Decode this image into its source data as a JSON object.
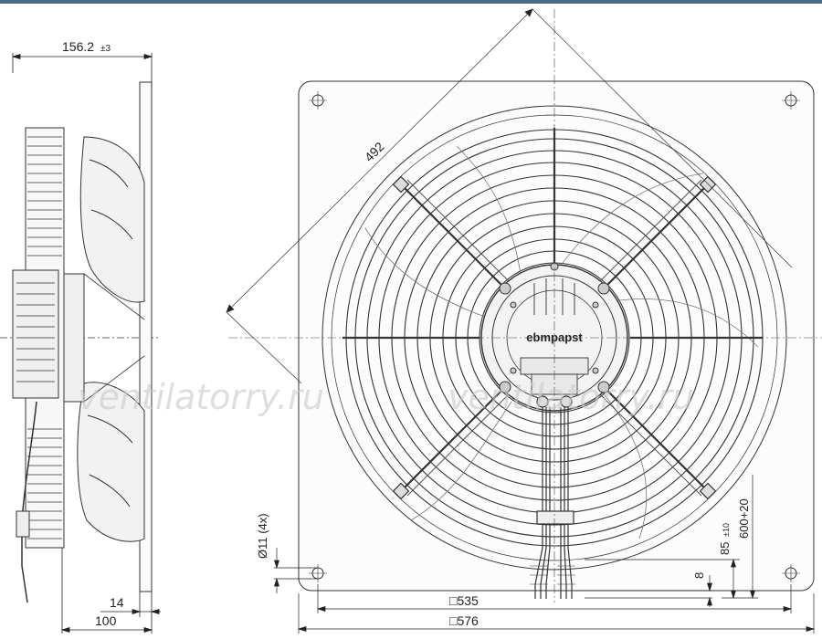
{
  "drawing": {
    "top_bar_color": "#4a6a88",
    "line_color": "#333333",
    "dim_color": "#222222",
    "watermark_text": "ventilatorry.ru",
    "brand_label": "ebmpapst"
  },
  "side_view": {
    "depth_main": "156.2",
    "depth_main_tol": "±3",
    "depth_flange": "14",
    "depth_motor": "100"
  },
  "front_view": {
    "diagonal": "492",
    "hole_dia": "Ø11 (4x)",
    "hole_spacing": "□535",
    "plate_size": "□576",
    "edge_offset": "8",
    "cable_offset": "85",
    "cable_offset_tol": "±10",
    "cable_length": "600+20"
  }
}
